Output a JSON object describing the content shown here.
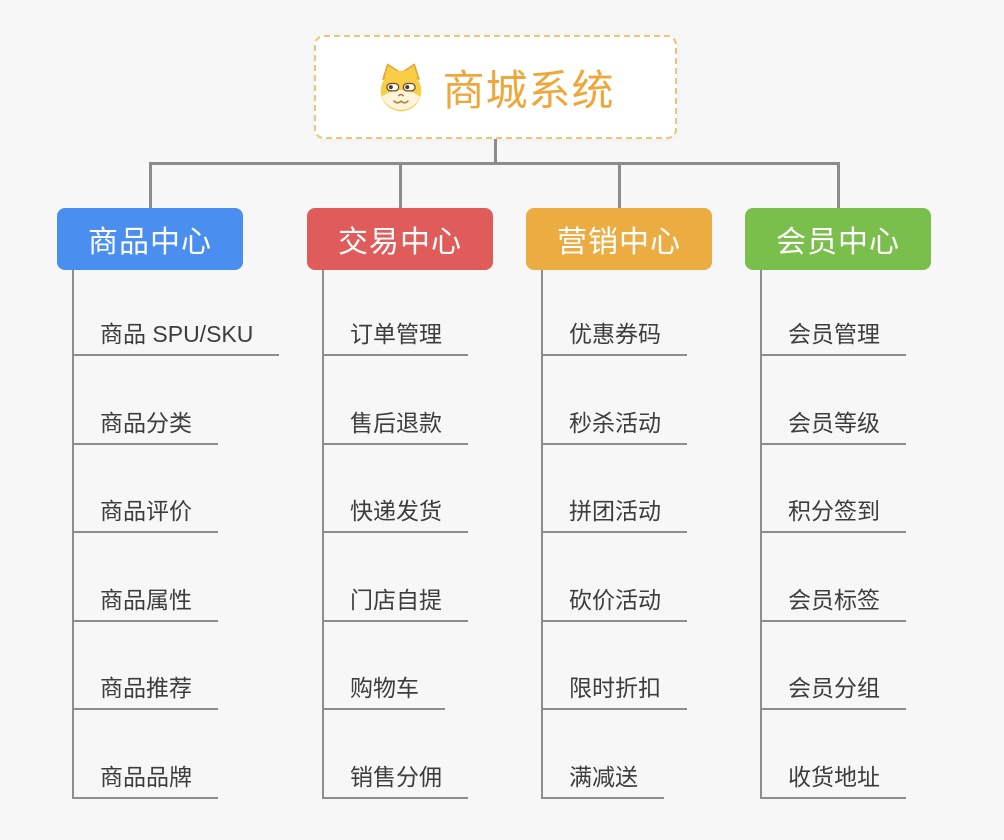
{
  "root": {
    "title": "商城系统",
    "icon": "shiba-dog-icon",
    "title_color": "#EFA73C",
    "border_color": "#F0C377"
  },
  "connector_color": "#8C8C8C",
  "branches": [
    {
      "label": "商品中心",
      "color": "#4A8EF0",
      "items": [
        "商品 SPU/SKU",
        "商品分类",
        "商品评价",
        "商品属性",
        "商品推荐",
        "商品品牌"
      ]
    },
    {
      "label": "交易中心",
      "color": "#E05C5A",
      "items": [
        "订单管理",
        "售后退款",
        "快递发货",
        "门店自提",
        "购物车",
        "销售分佣"
      ]
    },
    {
      "label": "营销中心",
      "color": "#EBAD42",
      "items": [
        "优惠券码",
        "秒杀活动",
        "拼团活动",
        "砍价活动",
        "限时折扣",
        "满减送"
      ]
    },
    {
      "label": "会员中心",
      "color": "#7ABE4B",
      "items": [
        "会员管理",
        "会员等级",
        "积分签到",
        "会员标签",
        "会员分组",
        "收货地址"
      ]
    }
  ]
}
